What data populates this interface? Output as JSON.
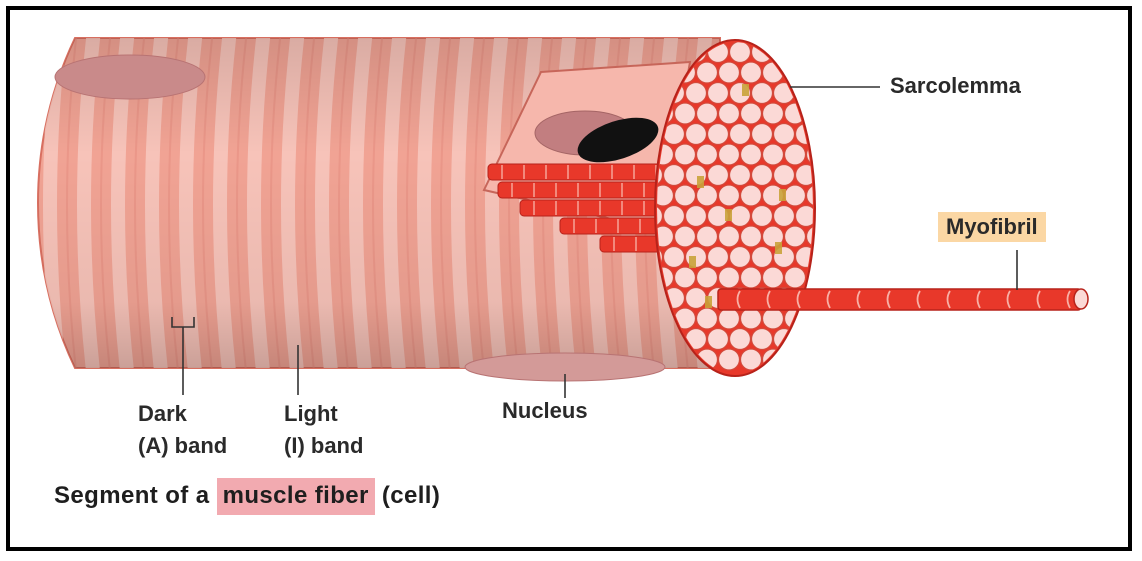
{
  "diagram": {
    "labels": {
      "sarcolemma": "Sarcolemma",
      "myofibril": "Myofibril",
      "nucleus": "Nucleus",
      "dark_band": "Dark\n(A) band",
      "light_band": "Light\n(I) band"
    },
    "caption": {
      "prefix": "Segment of a",
      "highlight": "muscle fiber",
      "suffix": "(cell)"
    },
    "colors": {
      "fiber_body": "#f1a394",
      "stripe_light": "#f8c9c0",
      "myofibril_red": "#e8382a",
      "myofibril_end": "#fbd9d6",
      "nucleus": "#c98a8a",
      "myofibril_label_bg": "#fbd7a4",
      "caption_highlight": "#f2aab0"
    }
  }
}
